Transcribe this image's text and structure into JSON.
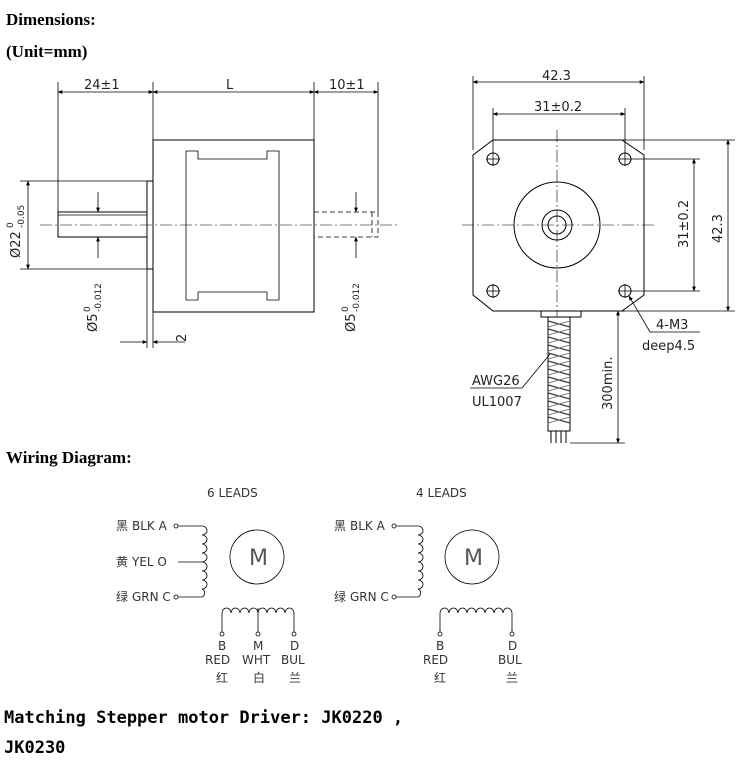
{
  "headings": {
    "dimensions": "Dimensions:",
    "unit": "(Unit=mm)",
    "wiring": "Wiring Diagram:"
  },
  "side_view": {
    "dim_24": "24±1",
    "dim_l": "L",
    "dim_10": "10±1",
    "dim_22": "Ø22",
    "dim_22_tol_upper": "0",
    "dim_22_tol_lower": "-0.05",
    "dim_5_left": "Ø5",
    "dim_5_right": "Ø5",
    "dim_5_tol_upper": "0",
    "dim_5_tol_lower": "-0.012",
    "dim_2": "2"
  },
  "front_view": {
    "dim_42_top": "42.3",
    "dim_31_top": "31±0.2",
    "dim_31_side": "31±0.2",
    "dim_42_side": "42.3",
    "screw_1": "4-M3",
    "screw_2": "deep4.5",
    "wire_1": "AWG26",
    "wire_2": "UL1007",
    "lead_length": "300min."
  },
  "wiring": {
    "six": {
      "title": "6 LEADS",
      "a": {
        "cn": "黑",
        "label": "BLK A"
      },
      "o": {
        "cn": "黄",
        "label": "YEL O"
      },
      "c": {
        "cn": "绿",
        "label": "GRN C"
      },
      "motor": "M",
      "b": {
        "letter": "B",
        "label": "RED",
        "cn": "红"
      },
      "m": {
        "letter": "M",
        "label": "WHT",
        "cn": "白"
      },
      "d": {
        "letter": "D",
        "label": "BUL",
        "cn": "兰"
      }
    },
    "four": {
      "title": "4 LEADS",
      "a": {
        "cn": "黑",
        "label": "BLK A"
      },
      "c": {
        "cn": "绿",
        "label": "GRN C"
      },
      "motor": "M",
      "b": {
        "letter": "B",
        "label": "RED",
        "cn": "红"
      },
      "d": {
        "letter": "D",
        "label": "BUL",
        "cn": "兰"
      }
    }
  },
  "footer": {
    "line1": "Matching Stepper motor Driver: JK0220 ,",
    "line2": "JK0230"
  }
}
